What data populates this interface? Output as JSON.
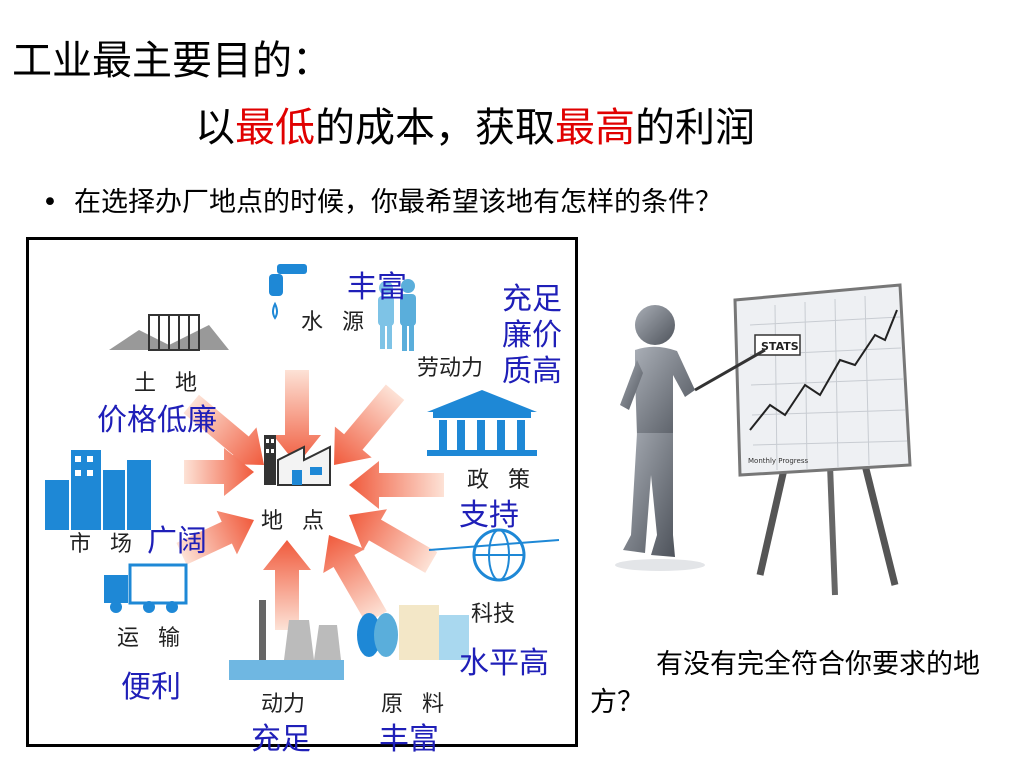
{
  "title": "工业最主要目的：",
  "subtitle": {
    "part1": "以",
    "red1": "最低",
    "part2": "的成本，获取",
    "red2": "最高",
    "part3": "的利润"
  },
  "bullet": {
    "marker": "•",
    "text": "在选择办厂地点的时候，你最希望该地有怎样的条件？"
  },
  "diagram": {
    "center_label": "地 点",
    "factors": {
      "water": {
        "label": "水 源",
        "note": "丰富"
      },
      "labor": {
        "label": "劳动力",
        "note_lines": [
          "充足",
          "廉价",
          "质高"
        ]
      },
      "land": {
        "label": "土 地",
        "note": "价格低廉"
      },
      "policy": {
        "label": "政 策",
        "note": "支持"
      },
      "market": {
        "label": "市 场",
        "note": "广阔"
      },
      "tech": {
        "label": "科技",
        "note": "水平高"
      },
      "transport": {
        "label": "运 输",
        "note": "便利"
      },
      "power": {
        "label": "动力",
        "note": "充足"
      },
      "material": {
        "label": "原 料",
        "note": "丰富"
      }
    },
    "colors": {
      "note_blue": "#1f1fb8",
      "arrow": "#f26a4f",
      "icon_blue": "#1e88d6"
    }
  },
  "figure": {
    "board_title": "STATS",
    "board_caption": "Monthly Progress"
  },
  "question": "有没有完全符合你要求的地方？"
}
